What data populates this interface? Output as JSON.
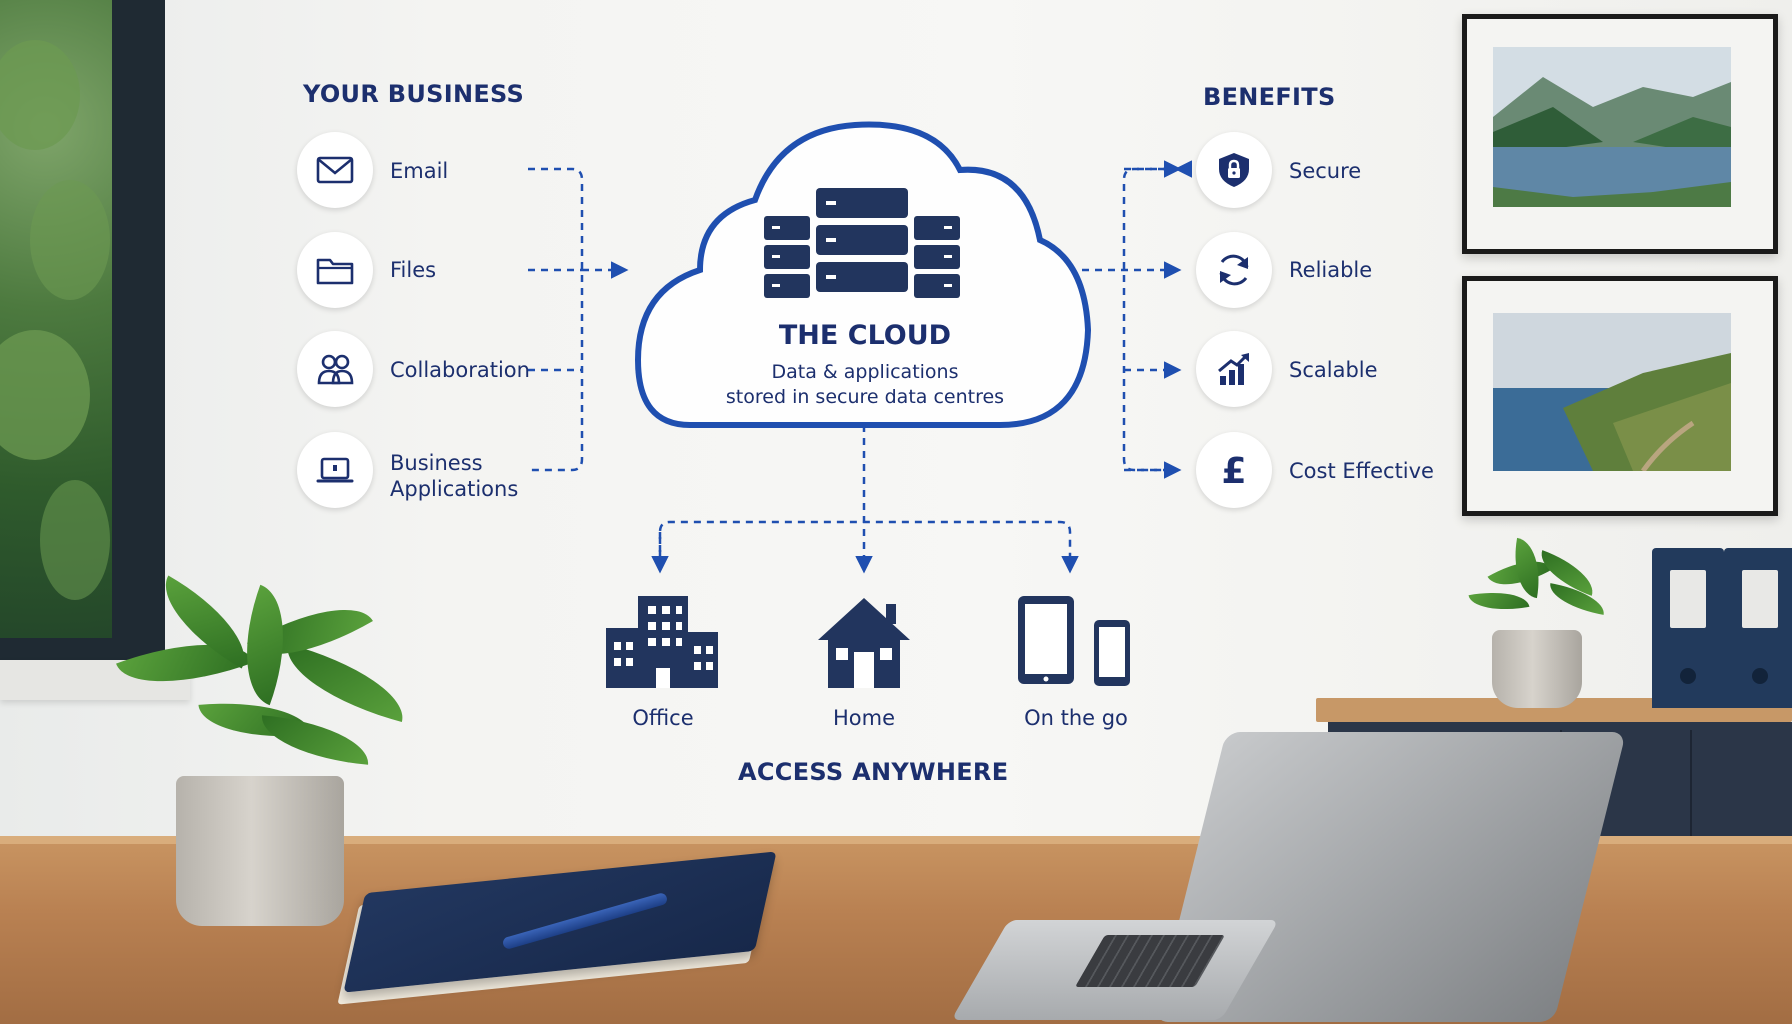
{
  "diagram": {
    "business": {
      "title": "YOUR BUSINESS",
      "items": [
        {
          "label": "Email",
          "icon": "envelope-icon"
        },
        {
          "label": "Files",
          "icon": "folder-icon"
        },
        {
          "label": "Collaboration",
          "icon": "people-icon"
        },
        {
          "label": "Business\nApplications",
          "icon": "laptop-icon"
        }
      ]
    },
    "cloud": {
      "title": "THE CLOUD",
      "subtitle_line1": "Data & applications",
      "subtitle_line2": "stored in secure data centres",
      "icon": "server-rack-icon"
    },
    "benefits": {
      "title": "BENEFITS",
      "items": [
        {
          "label": "Secure",
          "icon": "shield-lock-icon"
        },
        {
          "label": "Reliable",
          "icon": "sync-icon"
        },
        {
          "label": "Scalable",
          "icon": "growth-chart-icon"
        },
        {
          "label": "Cost Effective",
          "icon": "pound-sign-icon"
        }
      ]
    },
    "access": {
      "title": "ACCESS ANYWHERE",
      "items": [
        {
          "label": "Office",
          "icon": "office-building-icon"
        },
        {
          "label": "Home",
          "icon": "house-icon"
        },
        {
          "label": "On the go",
          "icon": "tablet-phone-icon"
        }
      ]
    },
    "colors": {
      "primary": "#1c2f6e",
      "accent": "#1f4fb0"
    }
  }
}
